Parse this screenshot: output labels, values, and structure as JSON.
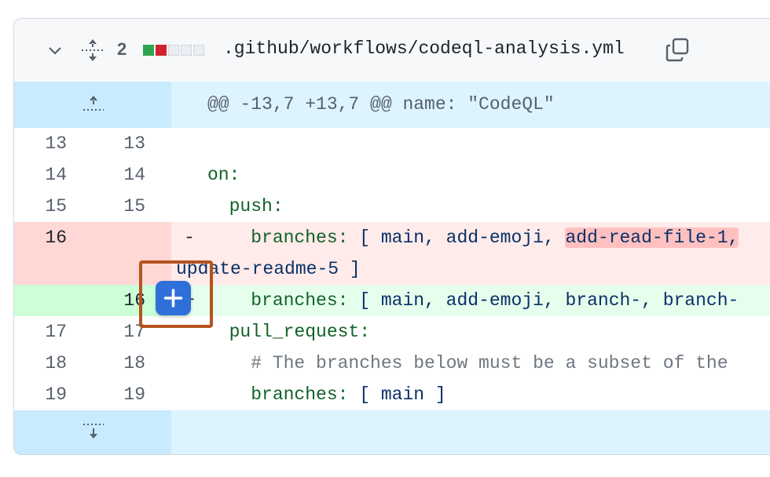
{
  "file": {
    "change_count": "2",
    "path": ".github/workflows/codeql-analysis.yml",
    "blocks": [
      "#2da44e",
      "#cf222e",
      "#eaeef2",
      "#eaeef2",
      "#eaeef2"
    ]
  },
  "hunk": {
    "header": "@@ -13,7 +13,7 @@ name: \"CodeQL\""
  },
  "lines": [
    {
      "old": "13",
      "new": "13"
    },
    {
      "old": "14",
      "new": "14",
      "key": "on:"
    },
    {
      "old": "15",
      "new": "15",
      "key": "  push:"
    },
    {
      "old": "16",
      "marker": "-",
      "key": "    branches:",
      "rest": " [ main, add-emoji, ",
      "hl": "add-read-file-1,",
      "wrap": "update-readme-5 ]"
    },
    {
      "new": "16",
      "marker": "+",
      "key": "    branches:",
      "rest": " [ main, add-emoji, branch-, branch-"
    },
    {
      "old": "17",
      "new": "17",
      "key": "  pull_request:"
    },
    {
      "old": "18",
      "new": "18",
      "comment": "    # The branches below must be a subset of the"
    },
    {
      "old": "19",
      "new": "19",
      "key": "    branches:",
      "rest": " [ main ]"
    }
  ],
  "add_comment_button": {
    "label": "+"
  }
}
